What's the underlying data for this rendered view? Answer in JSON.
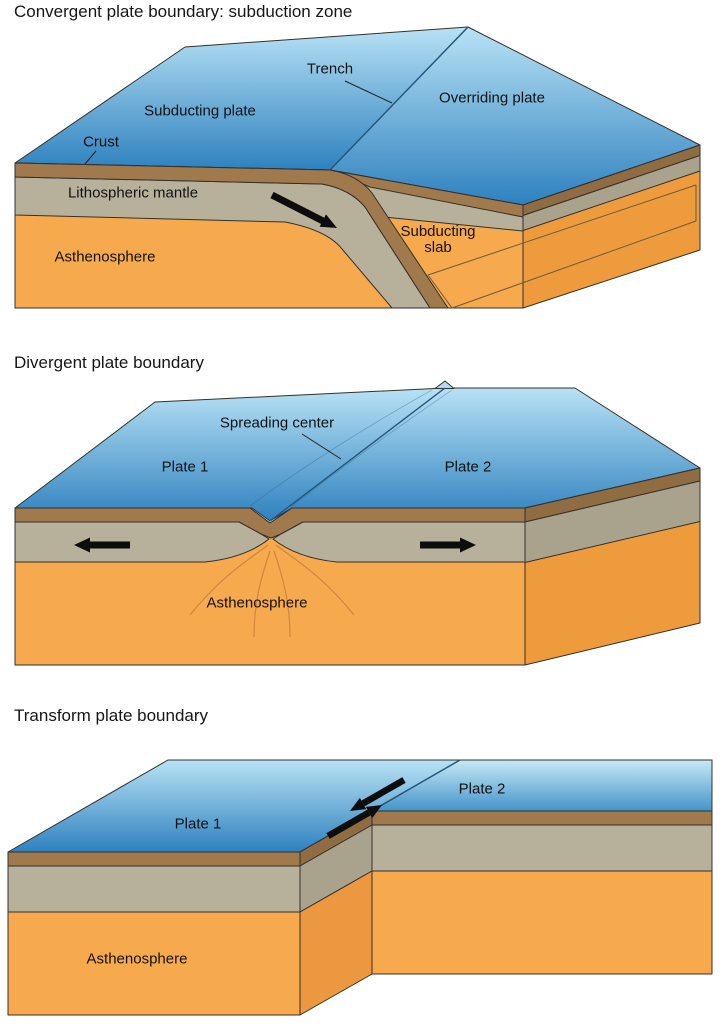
{
  "figure": {
    "background": "#ffffff"
  },
  "colors": {
    "ocean_surface_light": "#b8e2f5",
    "ocean_surface_dark": "#2e81bf",
    "crust_brown": "#a07a4c",
    "lithospheric_mantle_gray": "#b7b19c",
    "asthenosphere_orange": "#f7a94e",
    "outline": "#35302a",
    "arrow_black": "#0d0d0d"
  },
  "sections": [
    {
      "id": "convergent",
      "title": "Convergent plate boundary: subduction zone",
      "labels": {
        "trench": "Trench",
        "subducting_plate": "Subducting plate",
        "overriding_plate": "Overriding plate",
        "crust": "Crust",
        "lithospheric_mantle": "Lithospheric mantle",
        "asthenosphere": "Asthenosphere",
        "subducting_slab_line1": "Subducting",
        "subducting_slab_line2": "slab"
      },
      "icons": [
        "subduction-direction-arrow"
      ]
    },
    {
      "id": "divergent",
      "title": "Divergent plate boundary",
      "labels": {
        "spreading_center": "Spreading center",
        "plate_1": "Plate 1",
        "plate_2": "Plate 2",
        "asthenosphere": "Asthenosphere"
      },
      "icons": [
        "plate-motion-arrow-left",
        "plate-motion-arrow-right"
      ]
    },
    {
      "id": "transform",
      "title": "Transform plate boundary",
      "labels": {
        "plate_1": "Plate 1",
        "plate_2": "Plate 2",
        "asthenosphere": "Asthenosphere"
      },
      "icons": [
        "shear-arrow-southwest",
        "shear-arrow-northeast"
      ]
    }
  ]
}
